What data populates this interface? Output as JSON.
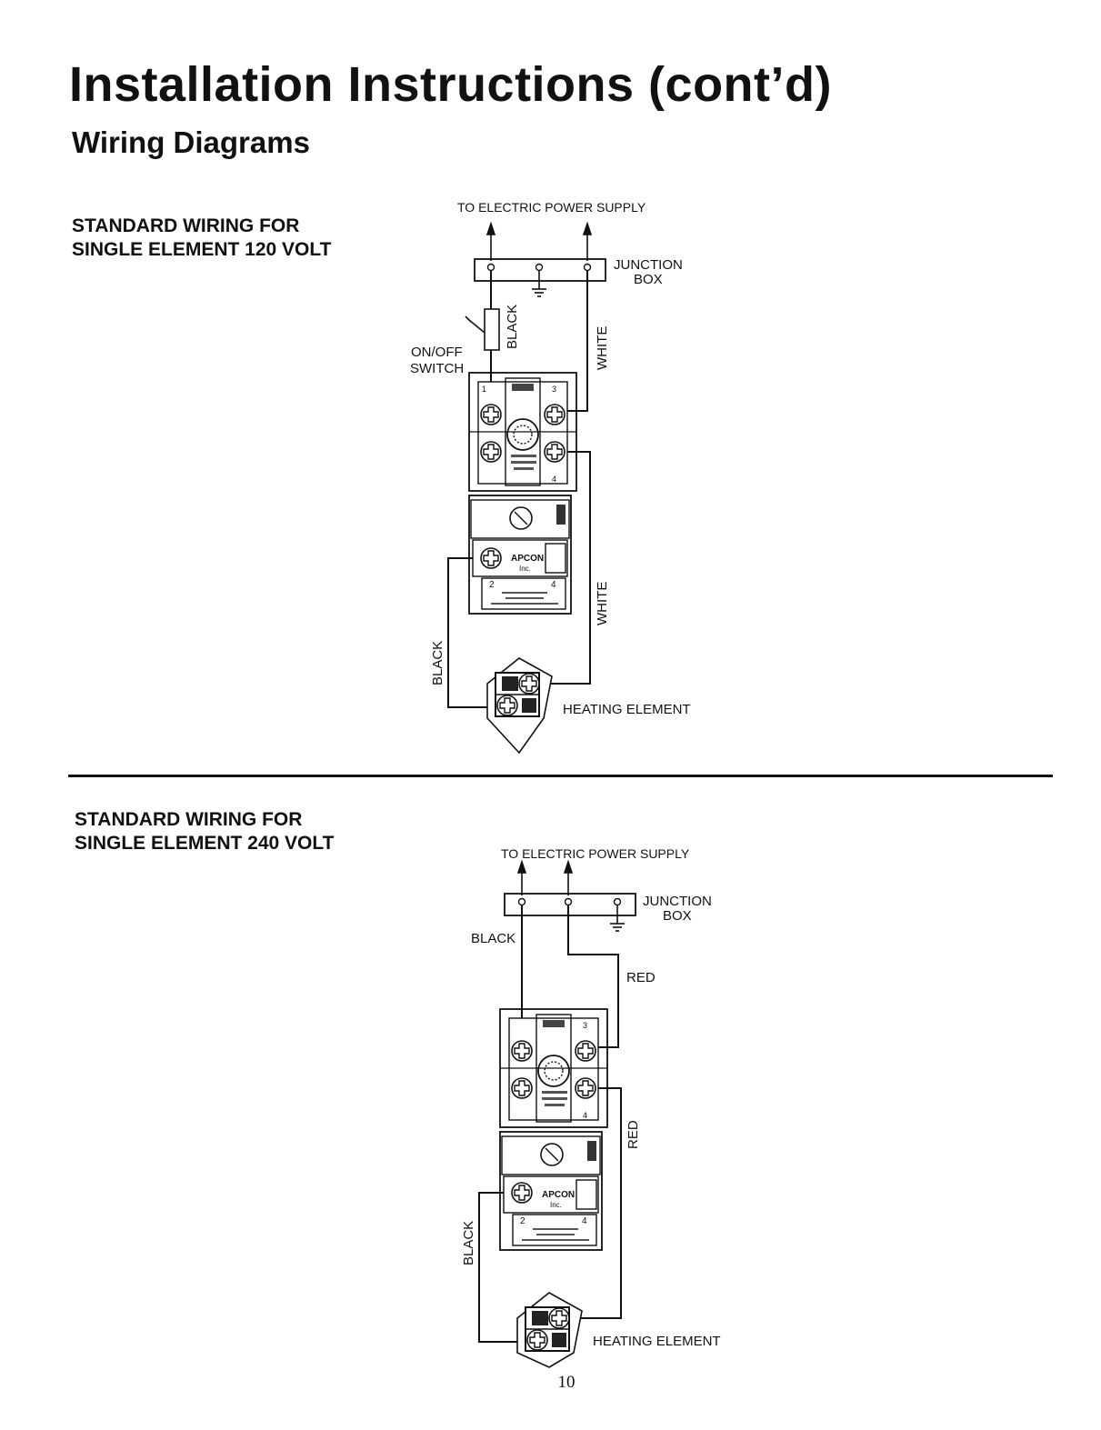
{
  "header": {
    "title": "Installation Instructions (cont’d)",
    "subtitle": "Wiring Diagrams"
  },
  "diagrams": [
    {
      "heading_line1": "STANDARD WIRING FOR",
      "heading_line2": "SINGLE ELEMENT 120 VOLT",
      "labels": {
        "power_supply": "TO ELECTRIC POWER SUPPLY",
        "junction": "JUNCTION",
        "box": "BOX",
        "switch_line1": "ON/OFF",
        "switch_line2": "SWITCH",
        "wire_black_top": "BLACK",
        "wire_white_top": "WHITE",
        "wire_white_bottom": "WHITE",
        "wire_black_bottom": "BLACK",
        "heating_element": "HEATING ELEMENT"
      },
      "thermostat": {
        "terminal_1": "1",
        "terminal_3": "3",
        "terminal_4": "4",
        "terminal_lower_2": "2",
        "terminal_lower_4": "4",
        "brand": "APCON",
        "brand_sub": "Inc."
      }
    },
    {
      "heading_line1": "STANDARD WIRING FOR",
      "heading_line2": "SINGLE ELEMENT 240 VOLT",
      "labels": {
        "power_supply": "TO ELECTRIC POWER SUPPLY",
        "junction": "JUNCTION",
        "box": "BOX",
        "wire_black_top": "BLACK",
        "wire_red_top": "RED",
        "wire_red_side": "RED",
        "wire_black_bottom": "BLACK",
        "heating_element": "HEATING ELEMENT"
      },
      "thermostat": {
        "terminal_3": "3",
        "terminal_4": "4",
        "terminal_lower_2": "2",
        "terminal_lower_4": "4",
        "brand": "APCON",
        "brand_sub": "Inc."
      }
    }
  ],
  "footer": {
    "page_number": "10"
  }
}
